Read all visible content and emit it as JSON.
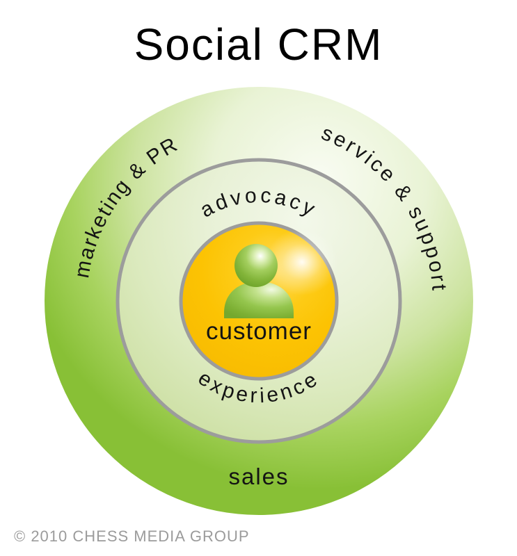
{
  "title": "Social CRM",
  "copyright": "© 2010 CHESS MEDIA GROUP",
  "diagram": {
    "outer_ring": {
      "labels": {
        "marketing": "marketing & PR",
        "service": "service & support",
        "sales": "sales"
      }
    },
    "middle_ring": {
      "labels": {
        "advocacy": "advocacy",
        "experience": "experience"
      }
    },
    "center": {
      "label": "customer",
      "icon": "person-icon"
    },
    "colors": {
      "outer_green": "#88C036",
      "outer_highlight": "#F9FCF3",
      "middle_green": "#CDE0A4",
      "middle_highlight": "#F3F8EA",
      "center_gold": "#FCC303",
      "ring_border_gray": "#9C9C9C",
      "person_green": "#8CC63F",
      "label_text": "#141414",
      "copyright_gray": "#9B9B9B"
    }
  }
}
